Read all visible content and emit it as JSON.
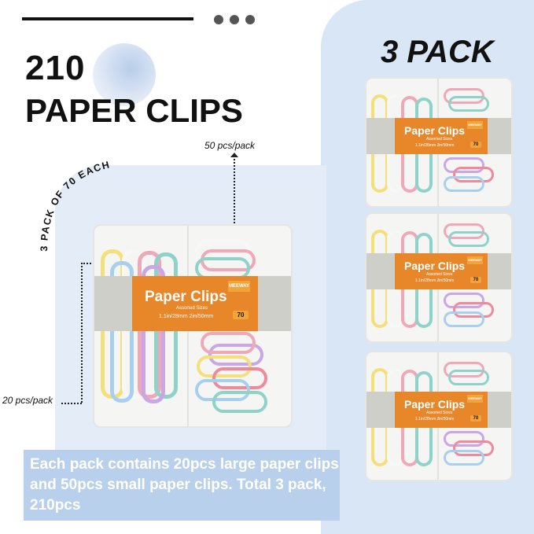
{
  "headline": {
    "line1": "210",
    "line2": "PAPER CLIPS"
  },
  "pack_heading": "3 PACK",
  "curved_label": "3 PACK OF 70 EACH",
  "callouts": {
    "small": "50 pcs/pack",
    "large": "20 pcs/pack"
  },
  "caption": "Each pack contains 20pcs large paper clips and 50pcs small paper clips. Total 3 pack, 210pcs",
  "product_label": {
    "title": "Paper Clips",
    "subtitle": "Assorted Sizes",
    "sizes": "1.1in/28mm   2in/50mm",
    "count": "70",
    "brand": "MEEWAY"
  },
  "colors": {
    "accent_orange": "#e8862a",
    "panel_blue": "#d9e6f5",
    "caption_blue": "#b8d0ec"
  },
  "icons": [
    "dot-icon",
    "dot-icon",
    "dot-icon"
  ]
}
